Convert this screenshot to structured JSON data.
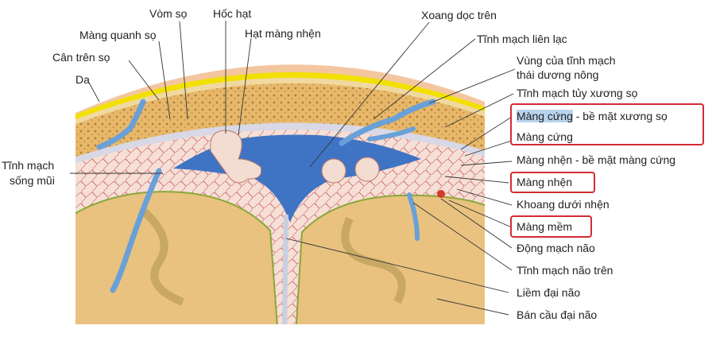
{
  "labels": {
    "vom_so": "Vòm sọ",
    "hoc_hat": "Hốc hạt",
    "xoang_doc_tren": "Xoang dọc trên",
    "mang_quanh_so": "Màng quanh sọ",
    "hat_mang_nhen": "Hạt màng nhện",
    "tinh_mach_lien_lac": "Tĩnh mạch liên lạc",
    "can_tren_so": "Cân trên sọ",
    "vung_tinh_mach_1": "Vùng của tĩnh mạch",
    "vung_tinh_mach_2": "thái dương nông",
    "da": "Da",
    "tinh_mach_tuy_xuong_so": "Tĩnh mạch tủy xương sọ",
    "mang_cung_mark": "Màng cứng",
    "mang_cung_rest": " - bề mặt xương sọ",
    "mang_cung": "Màng cứng",
    "tinh_mach_song_mui_1": "Tĩnh mạch",
    "tinh_mach_song_mui_2": "sống mũi",
    "mang_nhen_be_mat": "Màng nhện - bề mặt màng cứng",
    "mang_nhen": "Màng nhện",
    "khoang_duoi_nhen": "Khoang dưới nhện",
    "mang_mem": "Màng mềm",
    "dong_mach_nao": "Động mạch não",
    "tinh_mach_nao_tren": "Tĩnh mạch não trên",
    "liem_dai_nao": "Liềm đại não",
    "ban_cau_dai_nao": "Bán cầu đại não"
  },
  "colors": {
    "skin": "#f4c6a0",
    "aponeurosis": "#f2e000",
    "bone": "#e7b86a",
    "sinus_blue": "#3f74c4",
    "vein_blue": "#6aa0d8",
    "brain": "#e9c27f",
    "pia_green": "#8aa83a",
    "highlight_box": "#d42a35"
  }
}
